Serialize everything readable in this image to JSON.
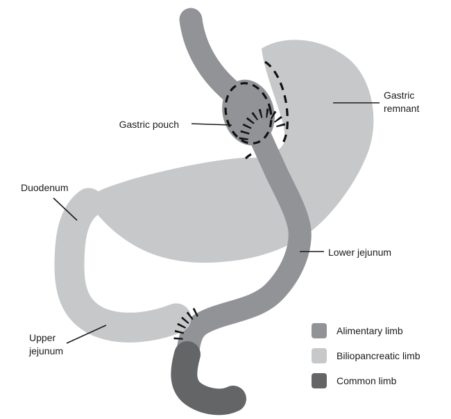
{
  "labels": {
    "gastric_pouch": "Gastric pouch",
    "gastric_remnant": "Gastric remnant",
    "duodenum": "Duodenum",
    "lower_jejunum": "Lower jejunum",
    "upper_jejunum": "Upper jejunum"
  },
  "legend": {
    "items": [
      {
        "label": "Alimentary limb",
        "color": "#919396"
      },
      {
        "label": "Biliopancreatic limb",
        "color": "#c6c8ca"
      },
      {
        "label": "Common limb",
        "color": "#636567"
      }
    ]
  },
  "colors": {
    "alimentary": "#919396",
    "biliopancreatic": "#c6c8ca",
    "common": "#636567",
    "outline": "#111111",
    "text": "#1a1a1a",
    "background": "#ffffff"
  }
}
